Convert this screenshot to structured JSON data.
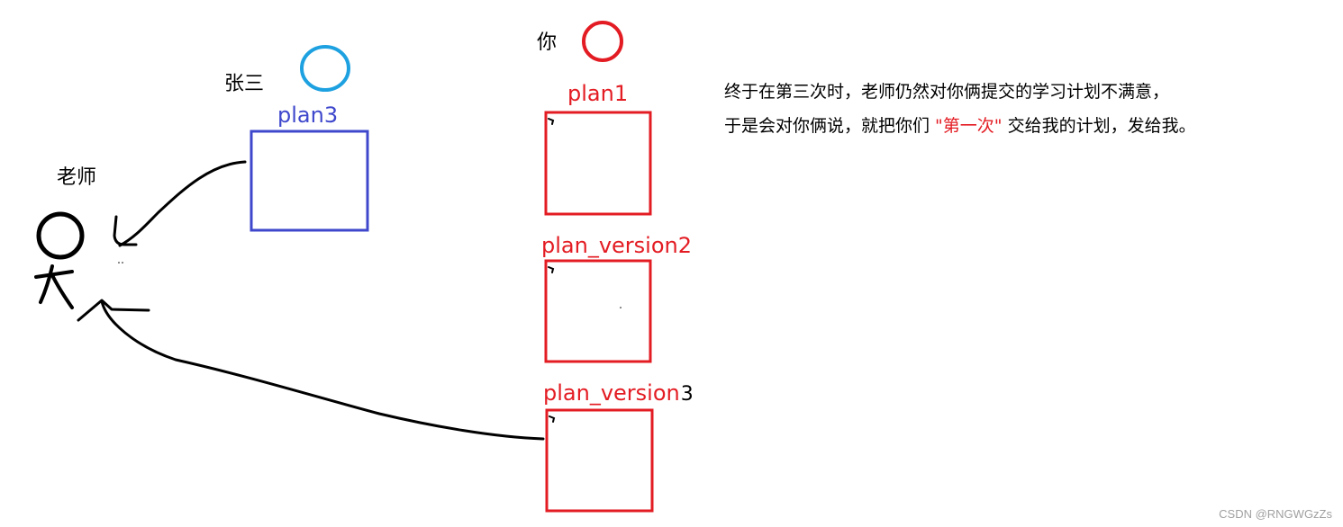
{
  "labels": {
    "zhangsan": "张三",
    "teacher": "老师",
    "you": "你",
    "plan3": "plan3",
    "plan1": "plan1",
    "plan_version2": "plan_version2",
    "plan_version3_prefix": "plan_version",
    "plan_version3_suffix": "3"
  },
  "explanation": {
    "line1": "终于在第三次时，老师仍然对你俩提交的学习计划不满意，",
    "line2_before": "于是会对你俩说，就把你们 ",
    "line2_highlight": "\"第一次\"",
    "line2_after": " 交给我的计划，发给我。"
  },
  "watermark": "CSDN @RNGWGzZs",
  "colors": {
    "black": "#000000",
    "red": "#e31c23",
    "blue": "#3f48cc",
    "cyan": "#1ea1e0",
    "watermark": "#a0a0a0"
  },
  "icons": {
    "teacher_figure": "stick-figure-icon",
    "zhangsan_head": "circle-icon",
    "you_head": "circle-icon",
    "arrow": "curved-arrow-icon"
  }
}
